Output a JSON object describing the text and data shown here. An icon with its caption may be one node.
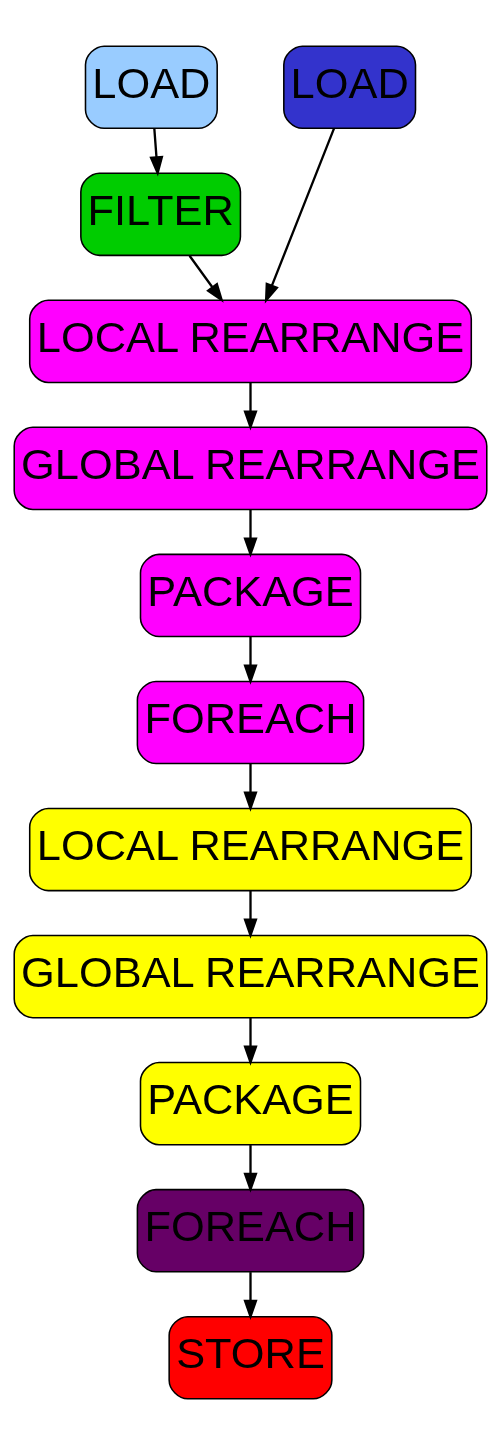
{
  "diagram": {
    "nodes": [
      {
        "text": [
          "LOAD"
        ]
      },
      {
        "text": [
          "FILTER"
        ]
      },
      {
        "text": [
          "LOAD"
        ]
      },
      {
        "text": [
          "LOCAL REARRANGE"
        ]
      },
      {
        "text": [
          "GLOBAL REARRANGE"
        ]
      },
      {
        "text": [
          "PACKAGE"
        ]
      },
      {
        "text": [
          "FOREACH"
        ]
      },
      {
        "text": [
          "LOCAL REARRANGE"
        ]
      },
      {
        "text": [
          "GLOBAL REARRANGE"
        ]
      },
      {
        "text": [
          "PACKAGE"
        ]
      },
      {
        "text": [
          "FOREACH"
        ]
      },
      {
        "text": [
          "STORE"
        ]
      }
    ],
    "edges": [
      {
        "from": 0,
        "to": 1,
        "arrow": "to"
      },
      {
        "from": 1,
        "to": 3,
        "arrow": "to"
      },
      {
        "from": 2,
        "to": 3,
        "arrow": "to"
      },
      {
        "from": 3,
        "to": 4,
        "arrow": "to"
      },
      {
        "from": 4,
        "to": 5,
        "arrow": "to"
      },
      {
        "from": 5,
        "to": 6,
        "arrow": "to"
      },
      {
        "from": 6,
        "to": 7,
        "arrow": "to"
      },
      {
        "from": 7,
        "to": 8,
        "arrow": "to"
      },
      {
        "from": 8,
        "to": 9,
        "arrow": "to"
      },
      {
        "from": 9,
        "to": 10,
        "arrow": "to"
      },
      {
        "from": 10,
        "to": 11,
        "arrow": "to"
      }
    ]
  }
}
